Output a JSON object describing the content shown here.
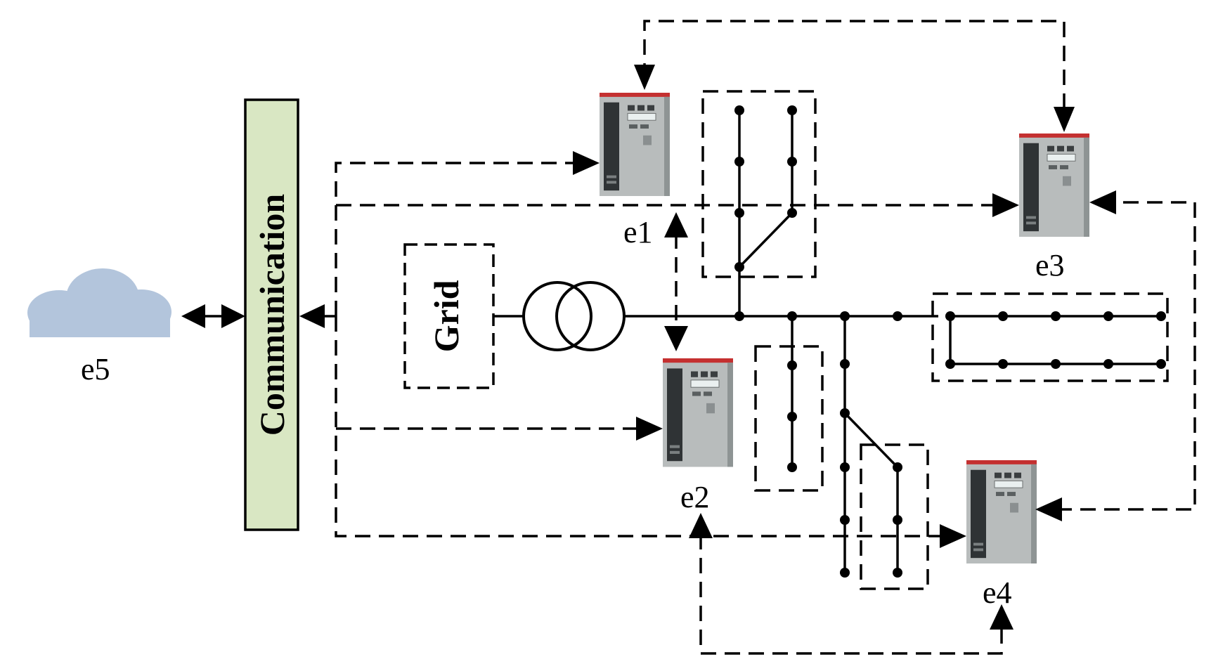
{
  "labels": {
    "communication": "Communication",
    "grid": "Grid",
    "e1": "e1",
    "e2": "e2",
    "e3": "e3",
    "e4": "e4",
    "e5": "e5"
  },
  "colors": {
    "communication_fill": "#d9e7c3",
    "grid_fill": "#f3b88c",
    "cloud_fill": "#b3c5dc",
    "zone_lavender": "#ececf4",
    "zone_blue": "#d8ecf1",
    "zone_yellow": "#fbf0cc",
    "zone_peach": "#fbe8dc",
    "cabinet_body": "#b8bcbc",
    "cabinet_dark": "#2f3335"
  },
  "icons": {
    "cloud": "cloud-icon",
    "cabinet": "control-cabinet-icon",
    "transformer": "transformer-icon"
  }
}
